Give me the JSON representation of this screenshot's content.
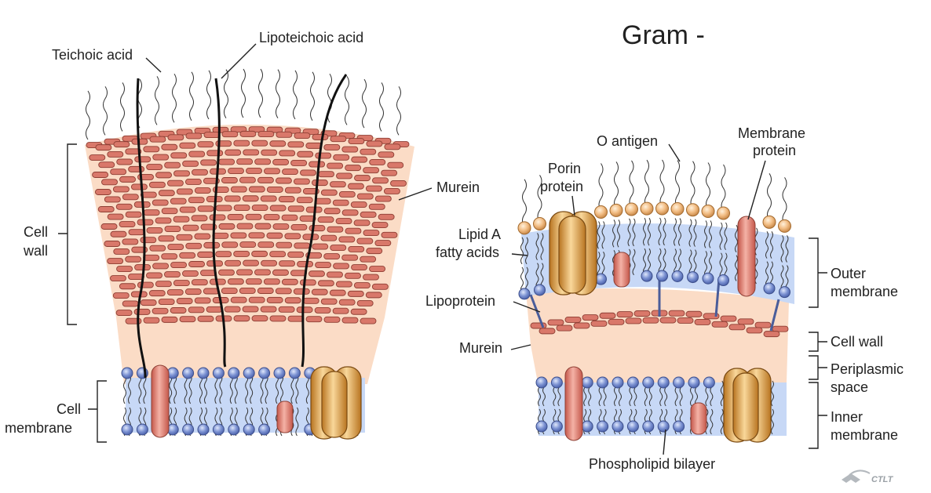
{
  "title": "Gram -",
  "logo_text": "CTLT",
  "colors": {
    "cell_wall": "#fbdcc6",
    "membrane": "#c7d8f6",
    "murein": "#d9786a",
    "phospholipid_head": "#6f85c9",
    "lps_head": "#f0b97a",
    "protein_red": "#e27a6d",
    "porin_gold": "#e0a24a"
  },
  "gram_positive": {
    "labels": {
      "teichoic_acid": "Teichoic acid",
      "lipoteichoic_acid": "Lipoteichoic acid",
      "murein": "Murein",
      "cell_wall_line1": "Cell",
      "cell_wall_line2": "wall",
      "cell_membrane_line1": "Cell",
      "cell_membrane_line2": "membrane"
    }
  },
  "gram_negative": {
    "labels": {
      "o_antigen": "O antigen",
      "membrane_protein_line1": "Membrane",
      "membrane_protein_line2": "protein",
      "porin_protein_line1": "Porin",
      "porin_protein_line2": "protein",
      "lipid_a_line1": "Lipid A",
      "lipid_a_line2": "fatty acids",
      "lipoprotein": "Lipoprotein",
      "murein": "Murein",
      "outer_membrane_line1": "Outer",
      "outer_membrane_line2": "membrane",
      "cell_wall": "Cell wall",
      "periplasmic_line1": "Periplasmic",
      "periplasmic_line2": "space",
      "inner_membrane_line1": "Inner",
      "inner_membrane_line2": "membrane",
      "phospholipid_bilayer": "Phospholipid bilayer"
    }
  }
}
